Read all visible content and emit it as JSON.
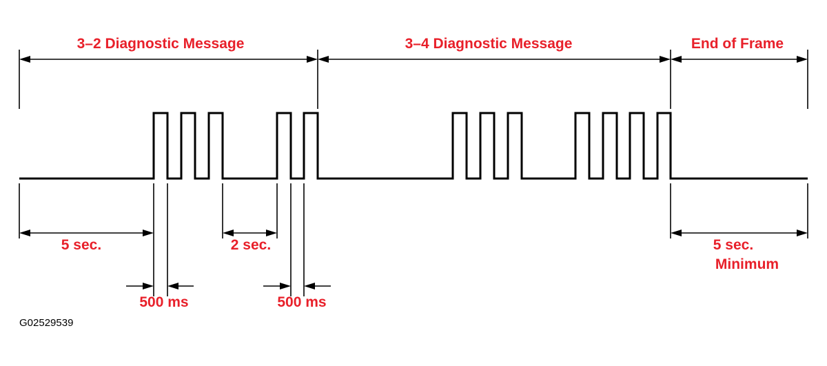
{
  "labels": {
    "section_1": "3–2 Diagnostic Message",
    "section_2": "3–4 Diagnostic Message",
    "section_3": "End of Frame",
    "pause_5s": "5 sec.",
    "pause_2s": "2 sec.",
    "pulse_width_1": "500 ms",
    "pulse_width_2": "500 ms",
    "end_5s": "5 sec.",
    "end_minimum": "Minimum",
    "figure_id": "G02529539"
  },
  "colors": {
    "label": "#e8202a",
    "line": "#000000",
    "background": "#ffffff"
  },
  "signal": {
    "low_level": 0,
    "high_level": 1,
    "message_1_pulses": [
      3,
      2
    ],
    "message_2_pulses": [
      3,
      4
    ]
  }
}
